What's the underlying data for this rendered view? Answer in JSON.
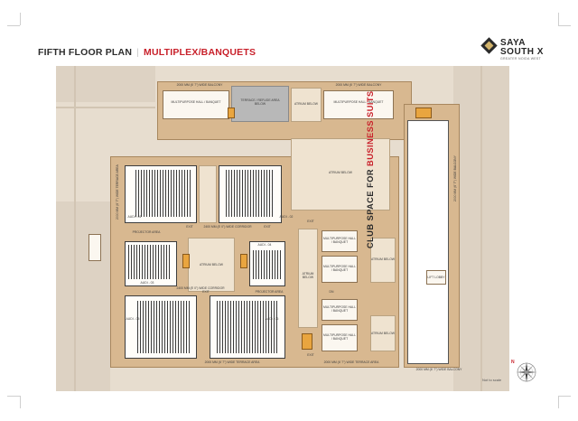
{
  "header": {
    "title": "FIFTH FLOOR PLAN",
    "separator": "|",
    "subtitle": "MULTIPLEX/BANQUETS"
  },
  "logo": {
    "line1": "SAYA",
    "line2": "SOUTH X",
    "tagline": "GREATER NOIDA WEST"
  },
  "plan": {
    "club_space_prefix": "CLUB SPACE FOR",
    "club_space_highlight": "BUSINESS SUITS",
    "rooms": {
      "banquet_top_left": "MULTIPURPOSE HALL / BANQUET",
      "banquet_top_right": "MULTIPURPOSE HALL / BANQUET",
      "terrace_refuge": "TERRACE / REFUGE AREA BELOW",
      "atrium_top": "ATRIUM BELOW",
      "atrium_main": "ATRIUM BELOW",
      "atrium_mid": "ATRIUM BELOW",
      "atrium_left_col": "ATRIUM BELOW",
      "atrium_right_col": "ATRIUM BELOW",
      "atrium_right_bottom": "ATRIUM BELOW",
      "audi_01": "AUDI - 01",
      "audi_02": "AUDI - 02",
      "audi_03": "AUDI - 03",
      "audi_04": "AUDI - 04",
      "audi_05": "AUDI - 05",
      "audi_06": "AUDI - 06",
      "projector_top": "PROJECTOR AREA",
      "projector_bottom": "PROJECTOR AREA",
      "banquet_r1": "MULTIPURPOSE HALL / BANQUET",
      "banquet_r2": "MULTIPURPOSE HALL / BANQUET",
      "banquet_r3": "MULTIPURPOSE HALL / BANQUET",
      "banquet_r4": "MULTIPURPOSE HALL / BANQUET",
      "lift_lobby": "LIFT LOBBY"
    },
    "corridors": {
      "top_left": "2000 MM (6' 7\") WIDE BALCONY",
      "top_right": "2000 MM (6' 7\") WIDE BALCONY",
      "left_vertical": "2000 MM (6' 7\") WIDE TERRACE AREA",
      "bottom_left": "2000 MM (6' 7\") WIDE TERRACE AREA",
      "bottom_mid": "2000 MM (6' 7\") WIDE TERRACE AREA",
      "right_vertical": "2000 MM (6' 7\") WIDE BALCONY",
      "corridor_mid": "2400 MM (8' 0\") WIDE CORRIDOR",
      "corridor_low": "2400 MM (8' 0\") WIDE CORRIDOR",
      "bottom_right": "2000 MM (6' 7\") WIDE BALCONY"
    },
    "exits": {
      "e1": "EXIT",
      "e2": "EXIT",
      "e3": "EXIT",
      "e4": "EXIT",
      "e5": "EXIT"
    },
    "markers": {
      "up": "UP",
      "dn": "DN"
    }
  },
  "footer": {
    "not_to_scale": "Not to scale",
    "north": "N"
  },
  "colors": {
    "accent": "#c8202a",
    "dark": "#2d2d2d",
    "floor": "#e7ddcf",
    "wall": "#d8b890",
    "highlight": "#e9a53f"
  }
}
